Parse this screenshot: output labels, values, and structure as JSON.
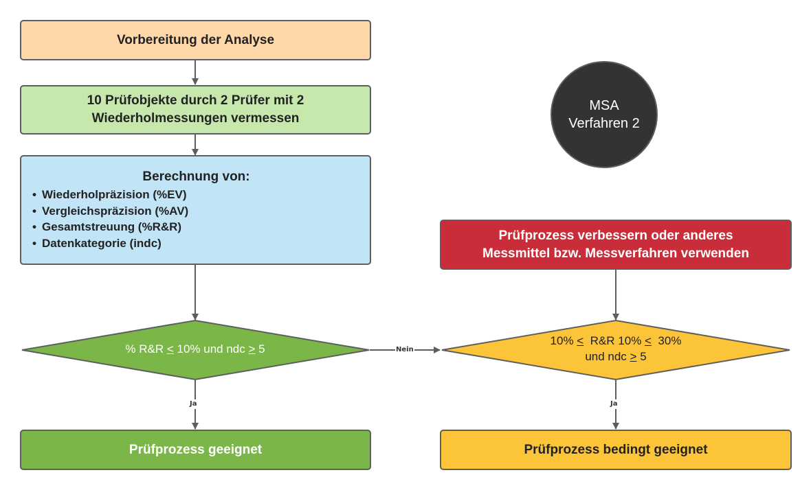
{
  "colors": {
    "prep": "#fed8a9",
    "measure": "#c7e8ac",
    "calc": "#c1e4f7",
    "decision_green": "#7ab648",
    "decision_yellow": "#fcc438",
    "improve_red": "#c92d39",
    "result_green": "#7ab648",
    "result_yellow": "#fcc438",
    "badge": "#333333"
  },
  "badge": {
    "line1": "MSA",
    "line2": "Verfahren 2"
  },
  "steps": {
    "prep": "Vorbereitung der Analyse",
    "measure_line1": "10 Prüfobjekte durch 2 Prüfer mit 2",
    "measure_line2": "Wiederholmessungen vermessen",
    "calc_title": "Berechnung von:",
    "calc_items": [
      "Wiederholpräzision (%EV)",
      "Vergleichspräzision (%AV)",
      "Gesamtstreuung (%R&R)",
      "Datenkategorie (indc)"
    ],
    "improve_line1": "Prüfprozess verbessern oder anderes",
    "improve_line2": "Messmittel bzw. Messverfahren verwenden"
  },
  "decisions": {
    "first": {
      "a": "% R&R ",
      "le": "<",
      "b": " 10% und ndc ",
      "ge": ">",
      "c": " 5"
    },
    "second": {
      "a": "10% ",
      "le1": "<",
      "b": "  R&R 10% ",
      "le2": "<",
      "c": "  30%",
      "d": "und ndc ",
      "ge": ">",
      "e": " 5"
    }
  },
  "edge_labels": {
    "no": "Nein",
    "yes1": "Ja",
    "yes2": "Ja"
  },
  "results": {
    "suitable": "Prüfprozess geeignet",
    "conditionally_suitable": "Prüfprozess bedingt geeignet"
  }
}
